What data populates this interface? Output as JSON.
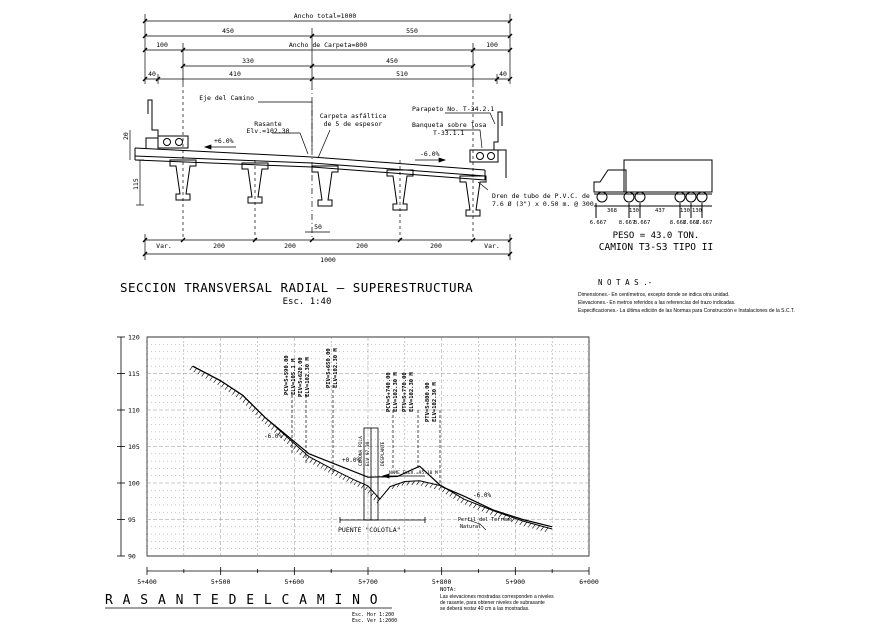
{
  "top": {
    "dims_row1": {
      "total": "Ancho total=1000"
    },
    "dims_row2": {
      "left": "450",
      "right": "550"
    },
    "dims_row3": {
      "left_margin": "100",
      "carpet": "Ancho de Carpeta=800",
      "right_margin": "100"
    },
    "dims_row4": {
      "a": "330",
      "b": "450"
    },
    "dims_row5": {
      "a": "40",
      "b": "410",
      "c": "510",
      "d": "40"
    },
    "labels": {
      "eje": "Eje del Camino",
      "rasante": "Rasante",
      "elev": "Elv.=102.30",
      "carpeta1": "Carpeta asfáltica",
      "carpeta2": "de 5 de espesor",
      "parapeto": "Parapeto No. T-34.2.1",
      "banqueta1": "Banqueta sobre losa",
      "banqueta2": "T-33.1.1",
      "slope_left": "+6.0%",
      "slope_right": "-6.0%",
      "dim_20": "20",
      "dim_115": "115",
      "dren1": "Dren de tubo de P.V.C. de",
      "dren2": "7.6 Ø (3\") x 0.50 m. @ 300",
      "dim_50": "50"
    },
    "bottom_dims": {
      "var_left": "Var.",
      "d1": "200",
      "d2": "200",
      "d3": "200",
      "d4": "200",
      "var_right": "Var.",
      "total": "1000"
    },
    "title": "SECCION  TRANSVERSAL  RADIAL  —  SUPERESTRUCTURA",
    "scale": "Esc. 1:40"
  },
  "truck": {
    "axle_dims": [
      "368",
      "130",
      "437",
      "130",
      "130"
    ],
    "loads": [
      "6.667",
      "8.667",
      "8.667",
      "8.667",
      "8.667",
      "8.667"
    ],
    "weight": "PESO = 43.0 TON.",
    "name": "CAMION   T3-S3 TIPO II"
  },
  "notes": {
    "heading": "N O T A S .-",
    "lines": [
      "Dimensiones.-  En centímetros, excepto donde se indica otra unidad.",
      "Elevaciones.-  En metros referidos a las referencias del trazo indicadas.",
      "Especificaciones.-  La última edición de las Normas para Construcción e Instalaciones de la S.C.T."
    ]
  },
  "profile": {
    "y_ticks": [
      "120",
      "115",
      "110",
      "105",
      "100",
      "95",
      "90"
    ],
    "x_ticks": [
      "5+400",
      "5+500",
      "5+600",
      "5+700",
      "5+800",
      "5+900",
      "6+000"
    ],
    "pi_labels": [
      {
        "a": "PCV=5+590.00",
        "b": "ELV=105.1 M"
      },
      {
        "a": "PIV=5+620.00",
        "b": "ELV=102.30 M"
      },
      {
        "a": "PIV=5+650.00",
        "b": "ELV=102.30 M"
      },
      {
        "a": "PCV=5+740.00",
        "b": "ELV=102.30 M"
      },
      {
        "a": "PTV=5+770.00",
        "b": "ELV=102.30 M"
      },
      {
        "a": "PTV=5+800.00",
        "b": "ELV=102.30 M"
      }
    ],
    "slopes": {
      "s1": "-6.0%",
      "s2": "+0.0%",
      "s3": "-6.0%"
    },
    "bridge_labels": [
      "CORONA PILA",
      "ELV 97.30",
      "DESPLANTE"
    ],
    "base_label": "NAME ELEV.=95.10 M",
    "bridge_name": "PUENTE  \"COLOTLA\"",
    "terrain_1": "Perfil del Terreno",
    "terrain_2": "Natural",
    "title": "R A S A N T E   D E L   C A M I N O",
    "scale_h": "Esc. Hor 1:200",
    "scale_v": "Esc. Ver 1:2000",
    "nota_heading": "NOTA:",
    "nota_lines": [
      "Las elevaciones mostradas corresponden a niveles",
      "de rasante, para obtener niveles de subrasante",
      "se deberá restar 40 cm a las mostradas."
    ]
  },
  "chart_data": {
    "type": "line",
    "title": "RASANTE DEL CAMINO",
    "xlabel": "",
    "ylabel": "",
    "xlim": [
      5400,
      6000
    ],
    "ylim": [
      90,
      120
    ],
    "x_tick_labels": [
      "5+400",
      "5+500",
      "5+600",
      "5+700",
      "5+800",
      "5+900",
      "6+000"
    ],
    "y_tick_labels": [
      "120",
      "115",
      "110",
      "105",
      "100",
      "95",
      "90"
    ],
    "grid": true,
    "series": [
      {
        "x": [
          5462,
          5500,
          5530,
          5560,
          5590,
          5620,
          5650,
          5680,
          5700,
          5740,
          5770,
          5800,
          5830,
          5870,
          5910,
          5950
        ],
        "y": [
          116,
          114,
          112,
          109,
          106.5,
          104,
          102.8,
          101.6,
          100.8,
          100.9,
          102.3,
          99.5,
          98.2,
          96.3,
          95,
          94
        ]
      },
      {
        "x": [
          5462,
          5500,
          5530,
          5560,
          5590,
          5620,
          5650,
          5680,
          5700,
          5716,
          5730,
          5750,
          5770,
          5800,
          5830,
          5870,
          5910,
          5950
        ],
        "y": [
          116,
          114,
          112,
          109,
          106.3,
          103.6,
          102,
          100.5,
          99.6,
          97.8,
          99.5,
          100.2,
          100.3,
          99.6,
          97.8,
          96.2,
          94.8,
          93.7
        ]
      }
    ]
  }
}
